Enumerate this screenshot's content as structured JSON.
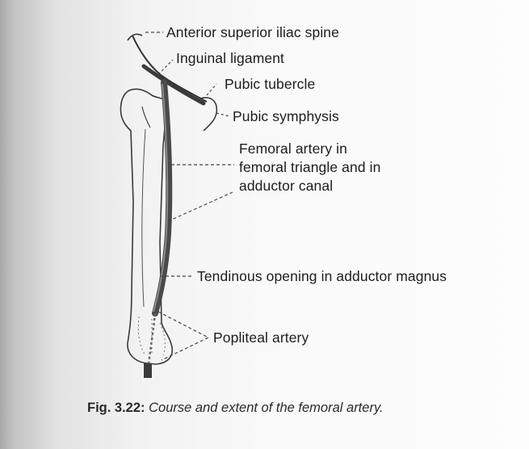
{
  "labels": {
    "asis": "Anterior superior iliac spine",
    "inguinal": "Inguinal ligament",
    "pubic_tubercle": "Pubic tubercle",
    "pubic_symphysis": "Pubic symphysis",
    "femoral_artery": [
      "Femoral artery in",
      "femoral triangle and in",
      "adductor canal"
    ],
    "tendinous_opening": "Tendinous opening in adductor magnus",
    "popliteal": "Popliteal artery"
  },
  "caption": {
    "number": "Fig. 3.22:",
    "text": "Course and extent of the femoral artery."
  }
}
